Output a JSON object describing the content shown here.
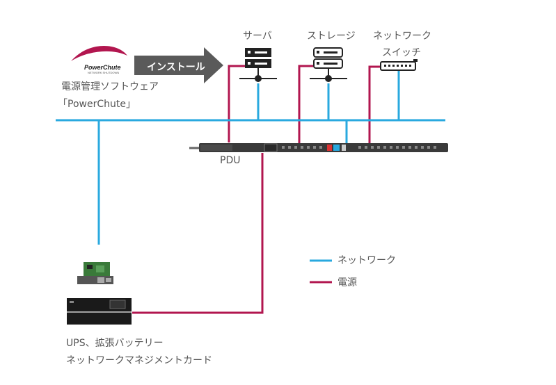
{
  "software": {
    "logo_text": "PowerChute",
    "logo_sub": "NETWORK SHUTDOWN",
    "arrow_label": "インストール",
    "caption_line1": "電源管理ソフトウェア",
    "caption_line2": "「PowerChute」"
  },
  "devices": {
    "server": "サーバ",
    "storage": "ストレージ",
    "switch_line1": "ネットワーク",
    "switch_line2": "スイッチ"
  },
  "pdu_label": "PDU",
  "ups": {
    "caption_line1": "UPS、拡張バッテリー",
    "caption_line2": "ネットワークマネジメントカード"
  },
  "legend": {
    "network": "ネットワーク",
    "power": "電源"
  },
  "colors": {
    "network": "#29a9df",
    "power": "#b2164f",
    "arrow": "#5a5a5a",
    "device": "#222222"
  }
}
